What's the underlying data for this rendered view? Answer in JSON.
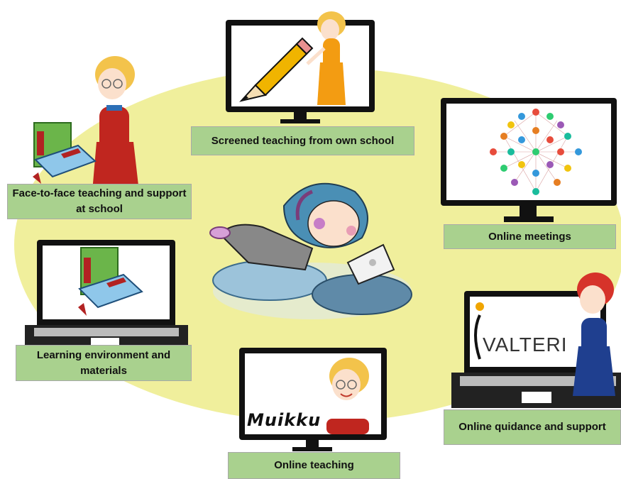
{
  "colors": {
    "ellipse": "#f0ef9c",
    "label_bg": "#a9d18e",
    "label_border": "#a9a9a9"
  },
  "labels": {
    "face_to_face": "Face-to-face teaching and support at school",
    "screened": "Screened teaching from own school",
    "online_meetings": "Online meetings",
    "learning_env": "Learning environment and materials",
    "online_teaching": "Online teaching",
    "online_guidance": "Online quidance and support"
  },
  "logos": {
    "muikku": "Muikku",
    "valteri": "VALTERI"
  },
  "icons": {
    "teacher_blonde": "teacher-blonde-icon",
    "teacher_redhead": "teacher-redhead-icon",
    "pencil": "pencil-icon",
    "books": "books-icon",
    "network": "people-network-icon",
    "student": "student-with-laptop-icon"
  }
}
